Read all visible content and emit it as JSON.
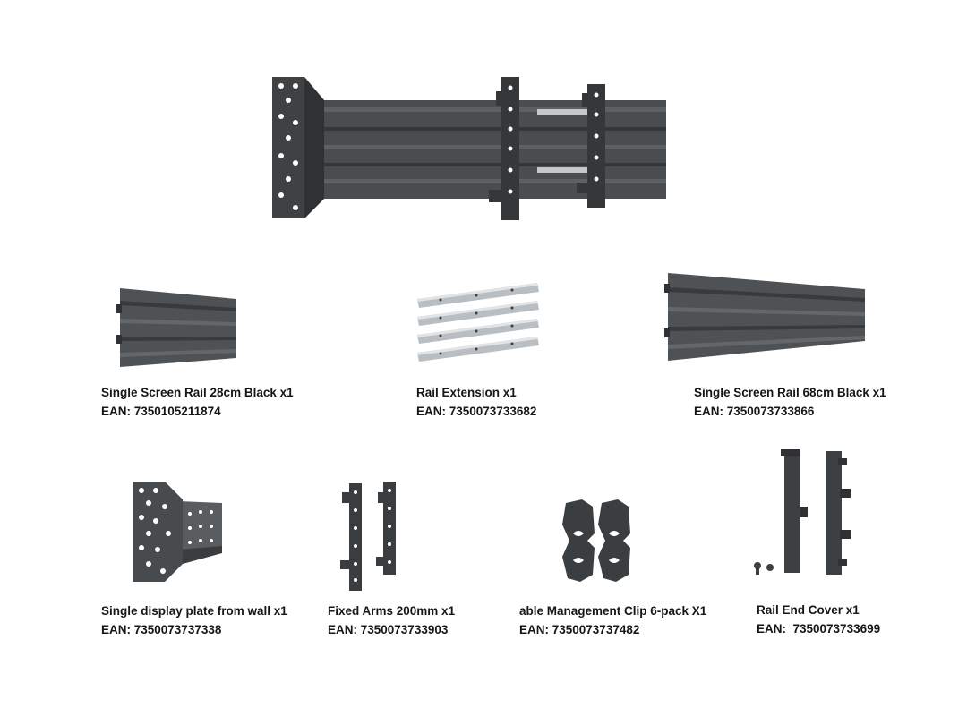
{
  "colors": {
    "metal_dark": "#3f4143",
    "metal_mid": "#55585b",
    "metal_light": "#6b6e71",
    "silver": "#b9bec2",
    "background": "#ffffff"
  },
  "hero": {
    "icon": "assembled-rail-mount-image"
  },
  "items": [
    {
      "icon": "rail-28cm-image",
      "name": "Single Screen Rail 28cm Black x1",
      "ean": "EAN: 7350105211874"
    },
    {
      "icon": "rail-extension-image",
      "name": "Rail Extension x1",
      "ean": "EAN: 7350073733682"
    },
    {
      "icon": "rail-68cm-image",
      "name": "Single Screen Rail 68cm Black x1",
      "ean": "EAN: 7350073733866"
    },
    {
      "icon": "wall-plate-image",
      "name": "Single display plate from wall x1",
      "ean": "EAN: 7350073737338"
    },
    {
      "icon": "fixed-arms-image",
      "name": "Fixed Arms 200mm x1",
      "ean": "EAN: 7350073733903"
    },
    {
      "icon": "cable-clip-image",
      "name": "able Management Clip 6-pack X1",
      "ean": "EAN: 7350073737482"
    },
    {
      "icon": "end-cover-image",
      "name": "Rail End Cover x1",
      "ean": "EAN:  7350073733699"
    }
  ]
}
